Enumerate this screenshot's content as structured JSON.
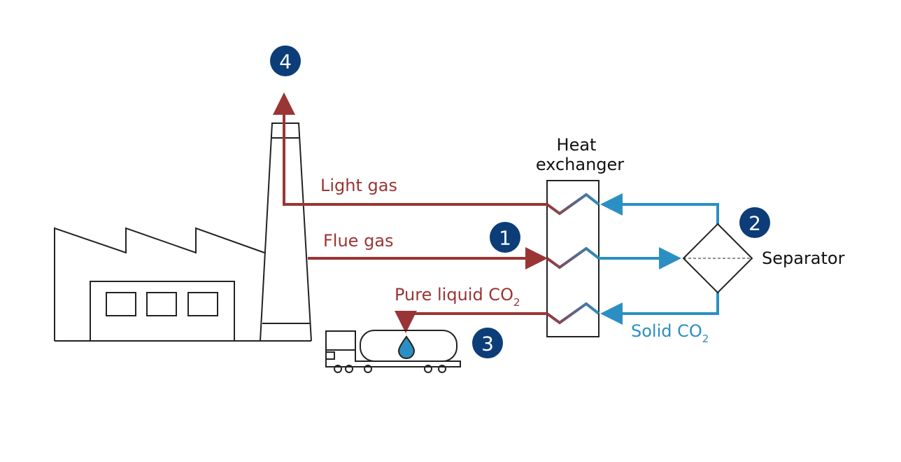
{
  "labels": {
    "light_gas": "Light gas",
    "flue_gas": "Flue gas",
    "pure_liquid": "Pure liquid CO",
    "pure_liquid_sub": "2",
    "solid": "Solid CO",
    "solid_sub": "2",
    "heat_exchanger_line1": "Heat",
    "heat_exchanger_line2": "exchanger",
    "separator": "Separator"
  },
  "markers": {
    "m1": "1",
    "m2": "2",
    "m3": "3",
    "m4": "4"
  },
  "colors": {
    "hot_stream": "#9a3535",
    "cold_stream": "#2b8fc4",
    "marker": "#0d3d78",
    "outline": "#222222"
  }
}
